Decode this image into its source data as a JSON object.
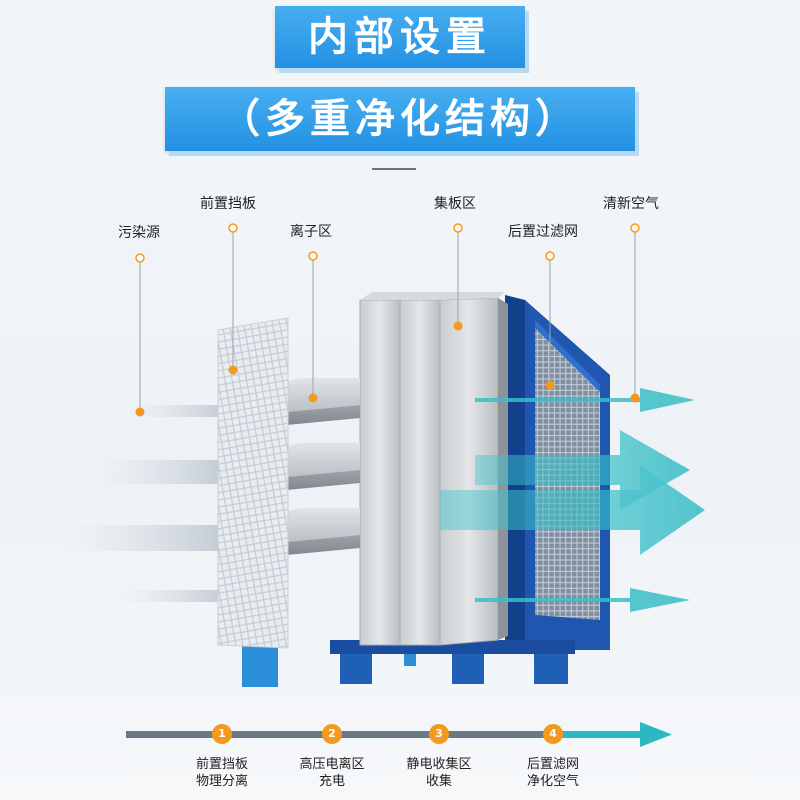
{
  "titles": {
    "main": "内部设置",
    "sub": "（多重净化结构）"
  },
  "callouts": {
    "pollution_source": "污染源",
    "front_baffle": "前置挡板",
    "ion_zone": "离子区",
    "collector_zone": "集板区",
    "rear_filter": "后置过滤网",
    "clean_air": "清新空气"
  },
  "process": {
    "steps": [
      {
        "num": "1",
        "title": "前置挡板",
        "desc": "物理分离"
      },
      {
        "num": "2",
        "title": "高压电离区",
        "desc": "充电"
      },
      {
        "num": "3",
        "title": "静电收集区",
        "desc": "收集"
      },
      {
        "num": "4",
        "title": "后置滤网",
        "desc": "净化空气"
      }
    ]
  },
  "colors": {
    "accent_blue": "#2b97e6",
    "marker_orange": "#f39a1e",
    "airflow_teal": "#39c1c9",
    "cabinet_blue": "#1e56b0"
  }
}
